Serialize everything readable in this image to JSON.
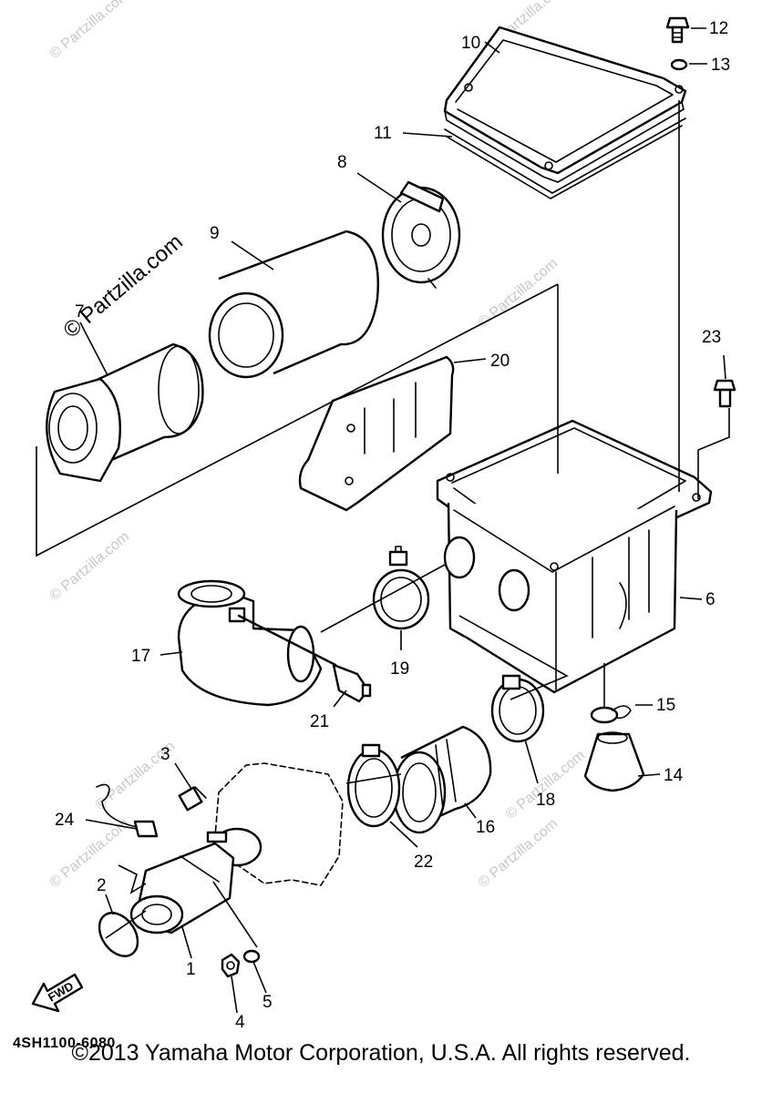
{
  "callouts": [
    "1",
    "2",
    "3",
    "4",
    "5",
    "6",
    "7",
    "8",
    "9",
    "10",
    "11",
    "12",
    "13",
    "14",
    "15",
    "16",
    "17",
    "18",
    "19",
    "20",
    "21",
    "22",
    "23",
    "24"
  ],
  "watermark": "© Partzilla.com",
  "watermark_main": "© Partzilla.com",
  "diagram_code": "4SH1100-6080",
  "fwd_label": "FWD",
  "copyright": "©2013 Yamaha Motor Corporation, U.S.A. All rights reserved."
}
